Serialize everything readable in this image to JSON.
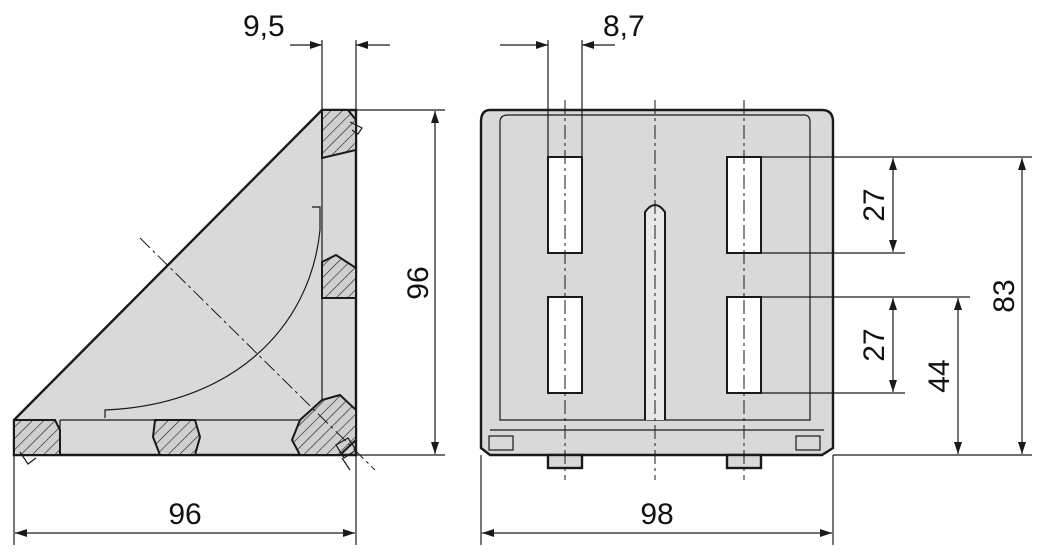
{
  "dimensions": {
    "left_thickness": "9,5",
    "left_height": "96",
    "left_width": "96",
    "slot_width": "8,7",
    "slot_spacing_top": "27",
    "slot_spacing_bottom": "27",
    "lower_slot_height": "44",
    "upper_slot_height": "83",
    "right_width": "98"
  },
  "colors": {
    "part_fill": "#d9d9d9",
    "outline": "#1a1a1a"
  }
}
